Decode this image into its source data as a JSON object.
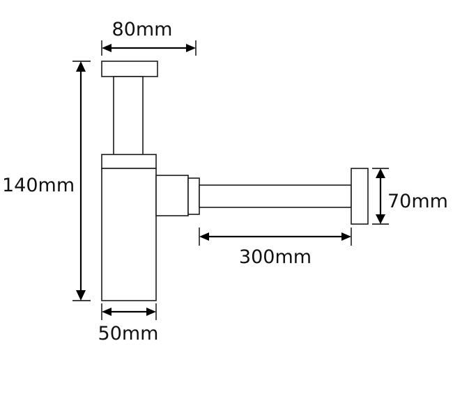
{
  "dimensions": {
    "top_width": "80mm",
    "height": "140mm",
    "outlet_length": "300mm",
    "wall_flange": "70mm",
    "body_width": "50mm"
  }
}
